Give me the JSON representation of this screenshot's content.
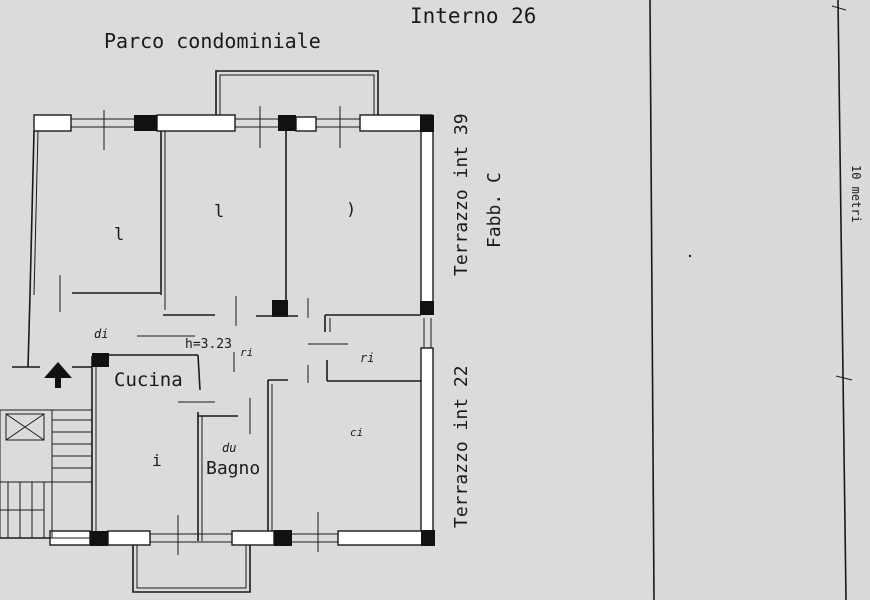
{
  "labels": {
    "header_unit": "Interno 26",
    "courtyard": "Parco condominiale",
    "terrace_north": "Terrazzo int 39",
    "building": "Fabb. C",
    "terrace_south": "Terrazzo int 22",
    "kitchen": "Cucina",
    "bathroom": "Bagno",
    "ceiling_height": "h=3.23",
    "scale": "10 metri"
  },
  "room_marks": {
    "room_a": "l",
    "room_b": "l",
    "room_c": ")",
    "corridor": "di",
    "corridor_b": "ri",
    "closet": "ri",
    "kitchen_mark": "i",
    "bath_mark": "du",
    "room_d": "ci"
  }
}
